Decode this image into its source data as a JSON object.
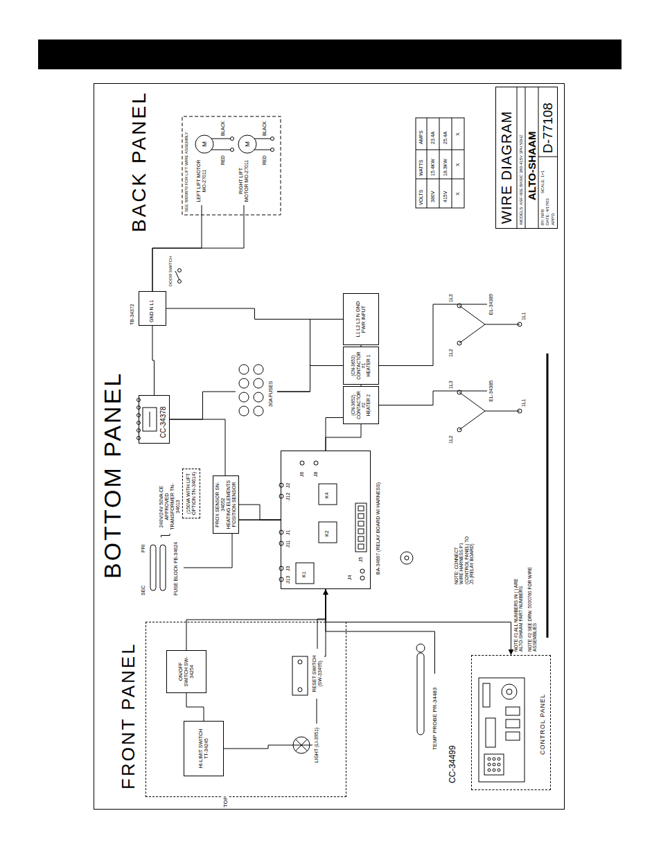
{
  "diagram": {
    "nodes": [
      {
        "text": [
          "FRONT PANEL"
        ]
      },
      {
        "text": [
          "HI-LIMIT SWITCH",
          "TT-34245"
        ],
        "in": 0
      },
      {
        "text": [
          "ON/OFF SWITCH SW-34254"
        ],
        "in": 0
      },
      {
        "text": [
          "LIGHT (LI-3951)"
        ],
        "in": 0
      },
      {
        "text": [
          "RESET SWITCH (SW-33495)"
        ],
        "in": 0
      },
      {
        "text": [
          "CONTROL PANEL"
        ]
      },
      {
        "text": [
          "TEMP PROBE PR-34483"
        ]
      },
      {
        "text": [
          "SEC",
          "PRI",
          "FUSE BLOCK FB-34624"
        ]
      },
      {
        "text": [
          "240V/24V 50VA CE APPROVED TRANSFORMER TN-34613"
        ]
      },
      {
        "text": [
          "(150VA WITH LIFT OPTION TN-34614)"
        ]
      },
      {
        "text": [
          "PROX SENSOR SN-34652",
          "HEATING ELEMENTS POSITION SENSOR"
        ]
      },
      {
        "text": [
          "BA-34667 (RELAY BOARD W/ HARNESS)"
        ]
      },
      {
        "text": [
          "CC-34378"
        ]
      },
      {
        "text": [
          "30A FUSES"
        ]
      },
      {
        "text": [
          "(CN-3652) CONTACTOR #2",
          "HEATER 2"
        ]
      },
      {
        "text": [
          "(CN-3652) CONTACTOR #1",
          "HEATER 1"
        ]
      },
      {
        "text": [
          "L1 L2 L3 N GND",
          "PWR INPUT"
        ]
      },
      {
        "text": [
          "EL-34385"
        ]
      },
      {
        "text": [
          "EL-34389"
        ]
      },
      {
        "text": [
          "TB-34372",
          "GND N L1"
        ]
      },
      {
        "text": [
          "LEFT LIFT MOTOR MO-27011"
        ]
      },
      {
        "text": [
          "RIGHT LIFT MOTOR MO-27011"
        ]
      },
      {
        "text": [
          "WIRE DIAGRAM",
          "MODELS: ASF-60E BASIC 380-415V 3PH 50HZ",
          "ALTO-SHAAM",
          "BY: NFB",
          "SCALE: 1=1",
          "DATE: 4/17/03",
          "APP'D",
          "D-77108"
        ]
      }
    ],
    "edges": [
      {
        "from": 2,
        "to": 1,
        "arrow": "none"
      },
      {
        "from": 1,
        "to": 3,
        "arrow": "none"
      },
      {
        "from": 2,
        "to": 11,
        "arrow": "none"
      },
      {
        "from": 4,
        "to": 11,
        "arrow": "none"
      },
      {
        "from": 3,
        "to": 11,
        "arrow": "none"
      },
      {
        "from": 6,
        "to": 11,
        "arrow": "none"
      },
      {
        "from": 11,
        "to": 5,
        "arrow": "both"
      },
      {
        "from": 7,
        "to": 8,
        "arrow": "none"
      },
      {
        "from": 7,
        "to": 11,
        "arrow": "none"
      },
      {
        "from": 10,
        "to": 11,
        "arrow": "none"
      },
      {
        "from": 12,
        "to": 19,
        "arrow": "none"
      },
      {
        "from": 12,
        "to": 11,
        "arrow": "none"
      },
      {
        "from": 12,
        "to": 13,
        "arrow": "none"
      },
      {
        "from": 13,
        "to": 15,
        "arrow": "none"
      },
      {
        "from": 16,
        "to": 15,
        "arrow": "none"
      },
      {
        "from": 16,
        "to": 13,
        "arrow": "none"
      },
      {
        "from": 16,
        "to": 19,
        "arrow": "none"
      },
      {
        "from": 15,
        "to": 18,
        "arrow": "none"
      },
      {
        "from": 14,
        "to": 17,
        "arrow": "none"
      },
      {
        "from": 11,
        "to": 15,
        "arrow": "none"
      },
      {
        "from": 11,
        "to": 14,
        "arrow": "none"
      },
      {
        "from": 20,
        "to": 19,
        "arrow": "none"
      },
      {
        "from": 21,
        "to": 19,
        "arrow": "none"
      }
    ],
    "labels": [
      "TOP",
      "BOTTOM PANEL",
      "BACK PANEL",
      "CC-34499",
      "J13",
      "J3",
      "J11",
      "J1",
      "J12",
      "J2",
      "K1",
      "K2",
      "K4",
      "J4",
      "J5",
      "J6",
      "J8",
      "NOTE: CONNECT WIRE HARNESS P1 (CONTROL PANEL) TO J5 (RELAY BOARD)",
      "NOTE #1 ALL NUMBERS IN ( ) ARE ALTO-SHAAM PART NUMBERS",
      "NOTE #2 SEE DRW. 5000760 FOR WIRE ASSEMBLIES",
      "DOOR SWITCH",
      "SEE 5000870 FOR LIFT WIRE ASSEMBLY",
      "M",
      "RED",
      "BLACK",
      "M",
      "RED",
      "BLACK",
      "1L2",
      "1L3",
      "1L1",
      "1L2",
      "1L3",
      "1L1",
      "VOLTS",
      "WATTS",
      "AMPS",
      "380V",
      "15.4KW",
      "23.4A",
      "415V",
      "18.3KW",
      "25.4A",
      "X",
      "X",
      "X"
    ]
  }
}
